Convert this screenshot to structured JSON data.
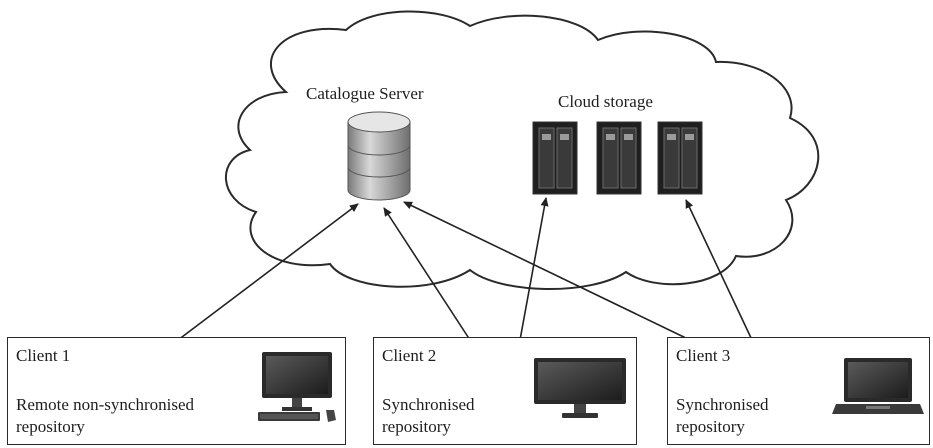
{
  "cloud": {
    "catalogue_label": "Catalogue Server",
    "storage_label": "Cloud storage"
  },
  "clients": [
    {
      "title": "Client 1",
      "desc": "Remote non-synchronised\nrepository",
      "device": "desktop-computer-icon"
    },
    {
      "title": "Client 2",
      "desc": "Synchronised\nrepository",
      "device": "monitor-icon"
    },
    {
      "title": "Client 3",
      "desc": "Synchronised\nrepository",
      "device": "laptop-icon"
    }
  ],
  "colors": {
    "line": "#222222",
    "server_dark": "#1f1f1f",
    "database_gray": "#9a9a9a"
  }
}
